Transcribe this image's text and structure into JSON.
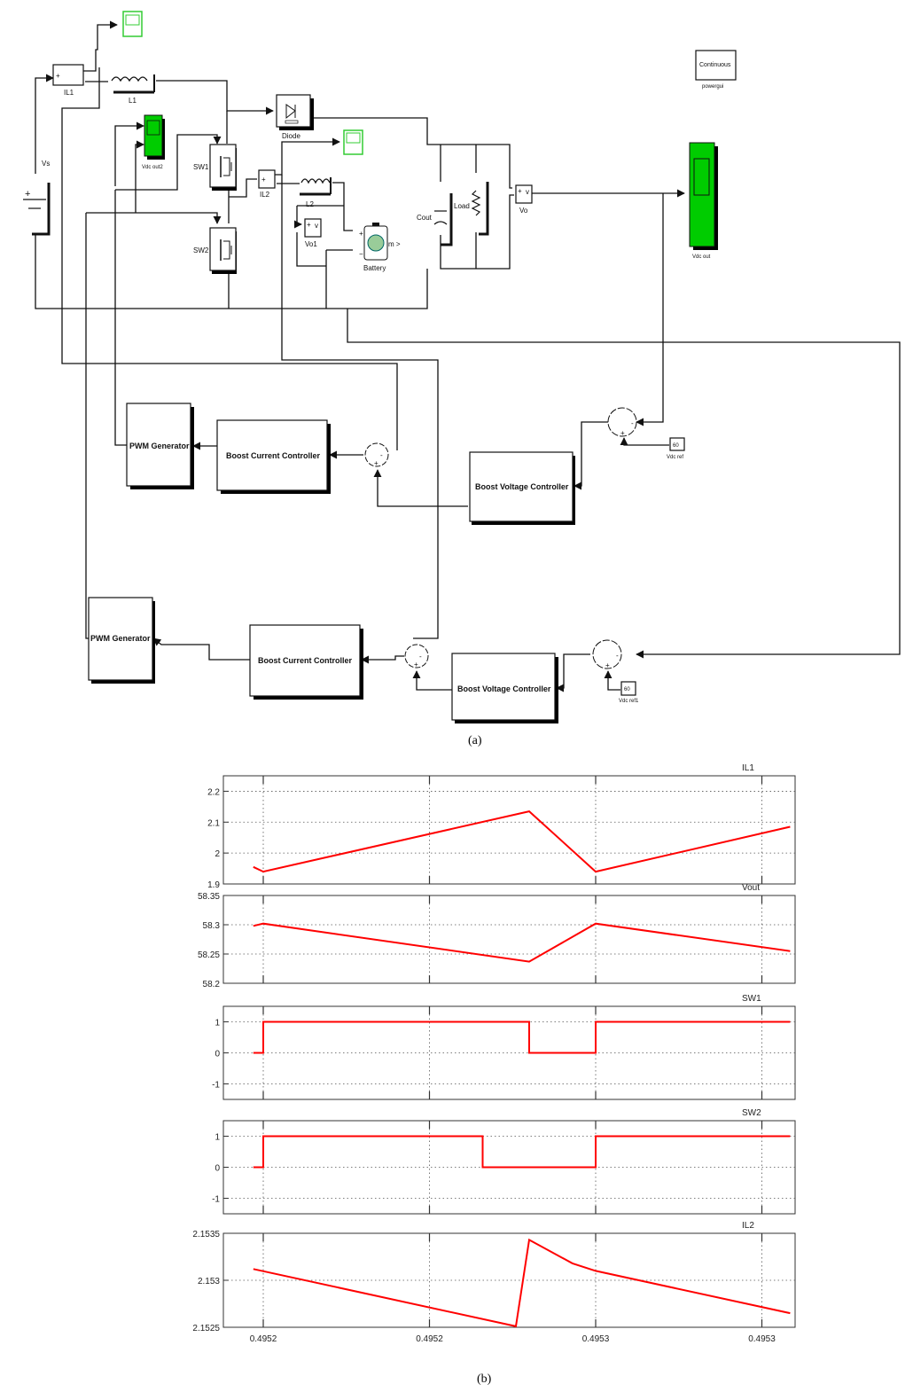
{
  "figure": {
    "caption_a": "(a)",
    "caption_b": "(b)"
  },
  "diagram": {
    "blocks": {
      "source": "Vs",
      "il1_meas": "IL1",
      "inductor1": "L1",
      "diode": "Diode",
      "switch1": "SW1",
      "switch2": "SW2",
      "il2_meas": "IL2",
      "inductor2": "L2",
      "vo1_meas": "Vo1",
      "battery": "Battery",
      "capacitor": "Cout",
      "load": "Load",
      "vo_meas": "Vo",
      "scope_vdc_out2": "Vdc out2",
      "scope_vdc_out": "Vdc out",
      "powergui_mode": "Continuous",
      "powergui_name": "powergui",
      "pwm1": "PWM Generator",
      "current_ctrl1": "Boost Current Controller",
      "voltage_ctrl1": "Boost Voltage Controller",
      "vref1_value": "60",
      "vref1_name": "Vdc ref",
      "pwm2": "PWM Generator",
      "current_ctrl2": "Boost Current Controller",
      "voltage_ctrl2": "Boost Voltage Controller",
      "vref2_value": "60",
      "vref2_name": "Vdc ref1"
    },
    "colors": {
      "scope_green": "#00cc00",
      "scope_outline_green": "#33cc33",
      "powergui_text": "#0000cc"
    }
  },
  "chart_data": [
    {
      "type": "line",
      "title": "IL1",
      "ylim": [
        1.9,
        2.25
      ],
      "yticks": [
        1.9,
        2,
        2.1,
        2.2
      ],
      "ytick_labels": [
        "1.9",
        "2",
        "2.1",
        "2.2"
      ],
      "grid": true,
      "x": [
        -0.03,
        0.0,
        0.8,
        1.0,
        1.585
      ],
      "y": [
        1.955,
        1.94,
        2.135,
        1.94,
        2.085
      ]
    },
    {
      "type": "line",
      "title": "Vout",
      "ylim": [
        58.2,
        58.35
      ],
      "yticks": [
        58.2,
        58.25,
        58.3,
        58.35
      ],
      "ytick_labels": [
        "58.2",
        "58.25",
        "58.3",
        "58.35"
      ],
      "grid": true,
      "x": [
        -0.03,
        0.0,
        0.8,
        1.0,
        1.585
      ],
      "y": [
        58.298,
        58.302,
        58.237,
        58.302,
        58.255
      ]
    },
    {
      "type": "line",
      "title": "SW1",
      "ylim": [
        -1.5,
        1.5
      ],
      "yticks": [
        -1,
        0,
        1
      ],
      "ytick_labels": [
        "-1",
        "0",
        "1"
      ],
      "grid": true,
      "x": [
        -0.03,
        0.0,
        0.0,
        0.8,
        0.8,
        1.0,
        1.0,
        1.585
      ],
      "y": [
        0,
        0,
        1,
        1,
        0,
        0,
        1,
        1
      ]
    },
    {
      "type": "line",
      "title": "SW2",
      "ylim": [
        -1.5,
        1.5
      ],
      "yticks": [
        -1,
        0,
        1
      ],
      "ytick_labels": [
        "-1",
        "0",
        "1"
      ],
      "grid": true,
      "x": [
        -0.03,
        0.0,
        0.0,
        0.66,
        0.66,
        1.0,
        1.0,
        1.585
      ],
      "y": [
        0,
        0,
        1,
        1,
        0,
        0,
        1,
        1
      ]
    },
    {
      "type": "line",
      "title": "IL2",
      "ylim": [
        2.1525,
        2.1535
      ],
      "yticks": [
        2.1525,
        2.153,
        2.1535
      ],
      "ytick_labels": [
        "2.1525",
        "2.153",
        "2.1535"
      ],
      "grid": true,
      "x": [
        -0.03,
        0.76,
        0.8,
        0.93,
        1.0,
        1.585
      ],
      "y": [
        2.15312,
        2.15251,
        2.15343,
        2.15318,
        2.1531,
        2.15265
      ]
    }
  ],
  "x_axis": {
    "xlabel": "",
    "xlim": [
      -0.12,
      1.6
    ],
    "ticks": [
      0,
      0.5,
      1,
      1.5
    ],
    "tick_labels": [
      "0.4952",
      "0.4952",
      "0.4953",
      "0.4953"
    ]
  }
}
